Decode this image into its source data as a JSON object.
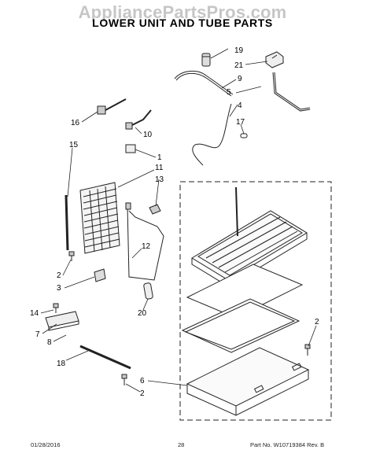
{
  "header": {
    "watermark": "AppliancePartsPros.com",
    "title": "LOWER UNIT AND TUBE PARTS"
  },
  "callouts": {
    "c19": "19",
    "c21": "21",
    "c9": "9",
    "c5": "5",
    "c4": "4",
    "c17": "17",
    "c16": "16",
    "c10": "10",
    "c15": "15",
    "c1": "1",
    "c11": "11",
    "c13": "13",
    "c12": "12",
    "c2a": "2",
    "c3": "3",
    "c20": "20",
    "c14": "14",
    "c7": "7",
    "c8": "8",
    "c18": "18",
    "c6": "6",
    "c2b": "2",
    "c2c": "2"
  },
  "footer": {
    "date": "01/28/2016",
    "page": "28",
    "part_no": "Part No.  W10719384  Rev. B"
  },
  "colors": {
    "line": "#222222",
    "watermark": "#bdbdbd"
  }
}
